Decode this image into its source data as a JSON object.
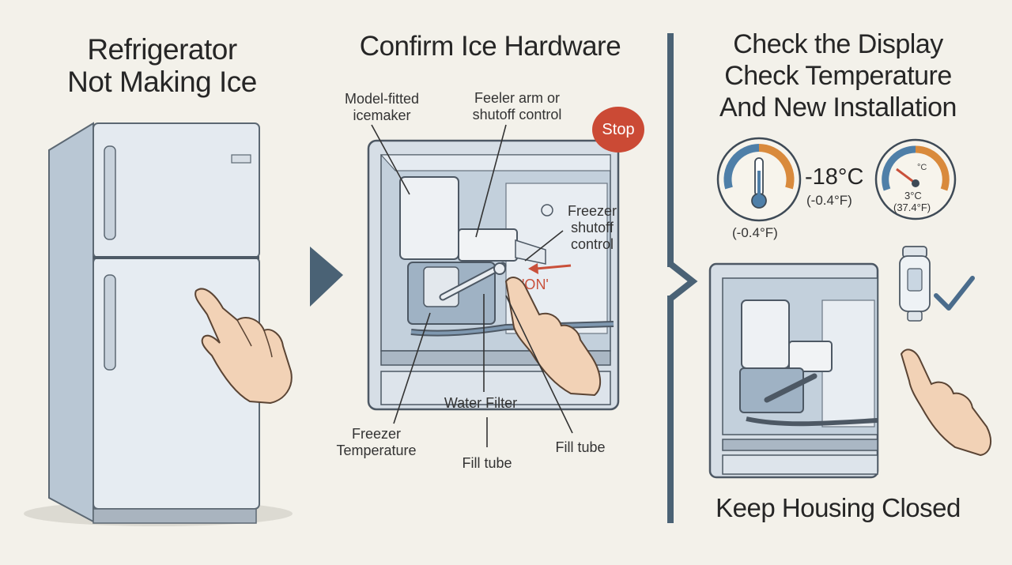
{
  "panel1": {
    "title_line1": "Refrigerator",
    "title_line2": "Not Making Ice"
  },
  "panel2": {
    "title": "Confirm Ice Hardware",
    "labels": {
      "icemaker_line1": "Model-fitted",
      "icemaker_line2": "icemaker",
      "feeler_line1": "Feeler arm or",
      "feeler_line2": "shutoff control",
      "freezer_shutoff_line1": "Freezer",
      "freezer_shutoff_line2": "shutoff",
      "freezer_shutoff_line3": "control",
      "water_filter": "Water Filter",
      "freezer_temp_line1": "Freezer",
      "freezer_temp_line2": "Temperature",
      "fill_tube_1": "Fill tube",
      "fill_tube_2": "Fill tube",
      "on": "'ON'",
      "stop": "Stop"
    }
  },
  "panel3": {
    "title_line1": "Check the Display",
    "title_line2": "Check Temperature",
    "title_line3": "And New Installation",
    "freezer_temp_c": "-18°C",
    "freezer_temp_f": "(-0.4°F)",
    "gauge1_caption": "(-0.4°F)",
    "gauge2_unit": "°C",
    "gauge2_temp_c": "3°C",
    "gauge2_temp_f": "(37.4°F)",
    "footer": "Keep Housing Closed"
  },
  "colors": {
    "background": "#f3f1ea",
    "divider": "#4a6275",
    "stop_red": "#cb4a35",
    "gauge_blue": "#4f7fa8",
    "gauge_orange": "#d98a3c",
    "check_blue": "#4a6c8c"
  }
}
